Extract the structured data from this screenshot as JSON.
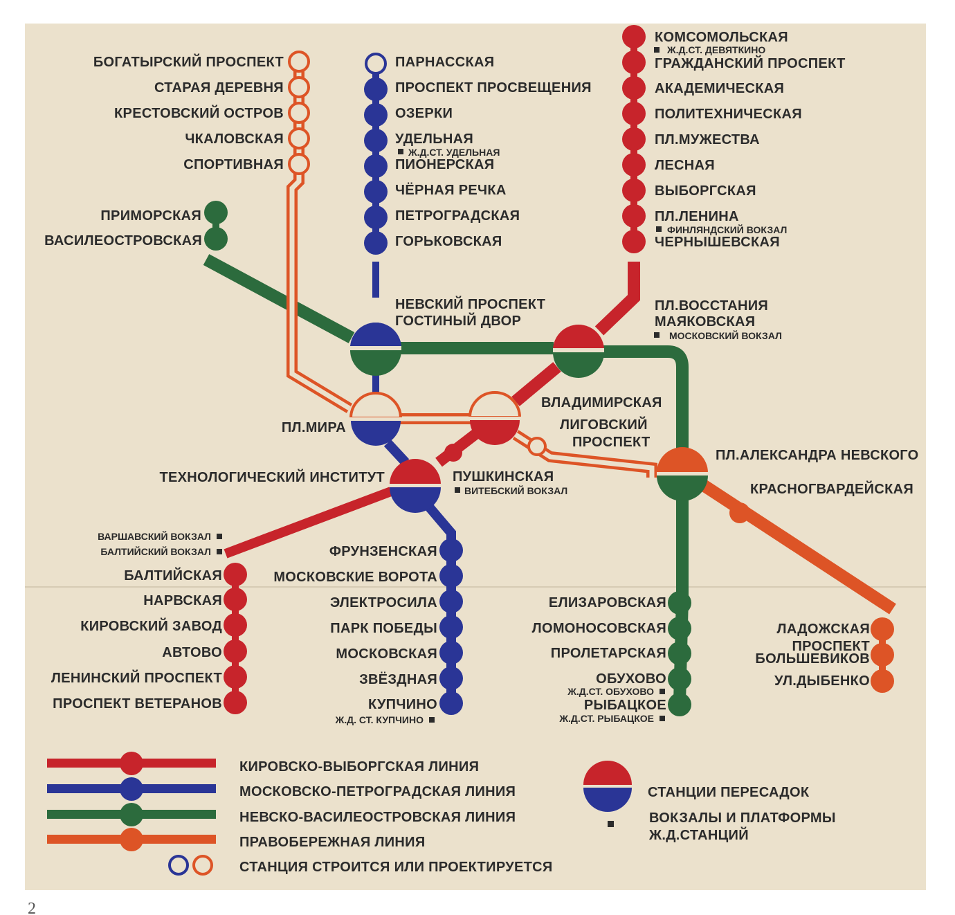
{
  "colors": {
    "paper": "#ebe1cc",
    "red": "#c7242b",
    "blue": "#2a3596",
    "green": "#2c6b3d",
    "orange": "#dd5426",
    "text": "#2b2b2b"
  },
  "lines": {
    "red": {
      "name": "КИРОВСКО-ВЫБОРГСКАЯ ЛИНИЯ"
    },
    "blue": {
      "name": "МОСКОВСКО-ПЕТРОГРАДСКАЯ ЛИНИЯ"
    },
    "green": {
      "name": "НЕВСКО-ВАСИЛЕОСТРОВСКАЯ ЛИНИЯ"
    },
    "orange": {
      "name": "ПРАВОБЕРЕЖНАЯ ЛИНИЯ"
    }
  },
  "stations": {
    "bogatyrsky": "БОГАТЫРСКИЙ ПРОСПЕКТ",
    "staraya_derevnya": "СТАРАЯ ДЕРЕВНЯ",
    "krestovsky": "КРЕСТОВСКИЙ ОСТРОВ",
    "chkalovskaya": "ЧКАЛОВСКАЯ",
    "sportivnaya": "СПОРТИВНАЯ",
    "parnasskaya": "ПАРНАССКАЯ",
    "prosveshcheniya": "ПРОСПЕКТ ПРОСВЕЩЕНИЯ",
    "ozerki": "ОЗЕРКИ",
    "udelnaya": "УДЕЛЬНАЯ",
    "udelnaya_rail": "Ж.Д.СТ. УДЕЛЬНАЯ",
    "pionerskaya": "ПИОНЕРСКАЯ",
    "chernaya_rechka": "ЧЁРНАЯ РЕЧКА",
    "petrogradskaya": "ПЕТРОГРАДСКАЯ",
    "gorkovskaya": "ГОРЬКОВСКАЯ",
    "komsomolskaya": "КОМСОМОЛЬСКАЯ",
    "devyatkino_rail": "Ж.Д.СТ. ДЕВЯТКИНО",
    "grazhdansky": "ГРАЖДАНСКИЙ ПРОСПЕКТ",
    "akademicheskaya": "АКАДЕМИЧЕСКАЯ",
    "politekhnicheskaya": "ПОЛИТЕХНИЧЕСКАЯ",
    "muzhestva": "ПЛ.МУЖЕСТВА",
    "lesnaya": "ЛЕСНАЯ",
    "vyborgskaya": "ВЫБОРГСКАЯ",
    "lenina": "ПЛ.ЛЕНИНА",
    "finlyandsky": "ФИНЛЯНДСКИЙ ВОКЗАЛ",
    "chernyshevskaya": "ЧЕРНЫШЕВСКАЯ",
    "primorskaya": "ПРИМОРСКАЯ",
    "vasileostrovskaya": "ВАСИЛЕОСТРОВСКАЯ",
    "nevsky_1": "НЕВСКИЙ ПРОСПЕКТ",
    "nevsky_2": "ГОСТИНЫЙ ДВОР",
    "vosstaniya_1": "ПЛ.ВОССТАНИЯ",
    "vosstaniya_2": "МАЯКОВСКАЯ",
    "moskovsky_vokzal": "МОСКОВСКИЙ ВОКЗАЛ",
    "vladimirskaya": "ВЛАДИМИРСКАЯ",
    "ligovsky_1": "ЛИГОВСКИЙ",
    "ligovsky_2": "ПРОСПЕКТ",
    "pl_mira": "ПЛ.МИРА",
    "nevskogo": "ПЛ.АЛЕКСАНДРА НЕВСКОГО",
    "krasnogvardeyskaya": "КРАСНОГВАРДЕЙСКАЯ",
    "tekhnologichesky": "ТЕХНОЛОГИЧЕСКИЙ ИНСТИТУТ",
    "pushkinskaya": "ПУШКИНСКАЯ",
    "vitebsky": "ВИТЕБСКИЙ ВОКЗАЛ",
    "varshavsky": "ВАРШАВСКИЙ ВОКЗАЛ",
    "baltiysky_vokzal": "БАЛТИЙСКИЙ ВОКЗАЛ",
    "baltiyskaya": "БАЛТИЙСКАЯ",
    "narvskaya": "НАРВСКАЯ",
    "kirovsky_zavod": "КИРОВСКИЙ ЗАВОД",
    "avtovo": "АВТОВО",
    "leninsky": "ЛЕНИНСКИЙ ПРОСПЕКТ",
    "veteranov": "ПРОСПЕКТ ВЕТЕРАНОВ",
    "frunzenskaya": "ФРУНЗЕНСКАЯ",
    "moskovskie_vorota": "МОСКОВСКИЕ ВОРОТА",
    "elektrosila": "ЭЛЕКТРОСИЛА",
    "park_pobedy": "ПАРК ПОБЕДЫ",
    "moskovskaya": "МОСКОВСКАЯ",
    "zvyozdnaya": "ЗВЁЗДНАЯ",
    "kupchino": "КУПЧИНО",
    "kupchino_rail": "Ж.Д. СТ. КУПЧИНО",
    "elizarovskaya": "ЕЛИЗАРОВСКАЯ",
    "lomonosovskaya": "ЛОМОНОСОВСКАЯ",
    "proletarskaya": "ПРОЛЕТАРСКАЯ",
    "obukhovo": "ОБУХОВО",
    "obukhovo_rail": "Ж.Д.СТ. ОБУХОВО",
    "rybatskoe": "РЫБАЦКОЕ",
    "rybatskoe_rail": "Ж.Д.СТ. РЫБАЦКОЕ",
    "ladozhskaya": "ЛАДОЖСКАЯ",
    "bolshevikov_1": "ПРОСПЕКТ",
    "bolshevikov_2": "БОЛЬШЕВИКОВ",
    "dybenko": "УЛ.ДЫБЕНКО"
  },
  "legend": {
    "transfer": "СТАНЦИИ ПЕРЕСАДОК",
    "rail_1": "ВОКЗАЛЫ И ПЛАТФОРМЫ",
    "rail_2": "Ж.Д.СТАНЦИЙ",
    "planned": "СТАНЦИЯ СТРОИТСЯ ИЛИ ПРОЕКТИРУЕТСЯ"
  },
  "page_number": "2",
  "icons": {
    "station": "station-dot-icon",
    "planned_station": "planned-station-ring-icon",
    "transfer": "transfer-station-icon",
    "rail": "rail-station-square-icon"
  }
}
